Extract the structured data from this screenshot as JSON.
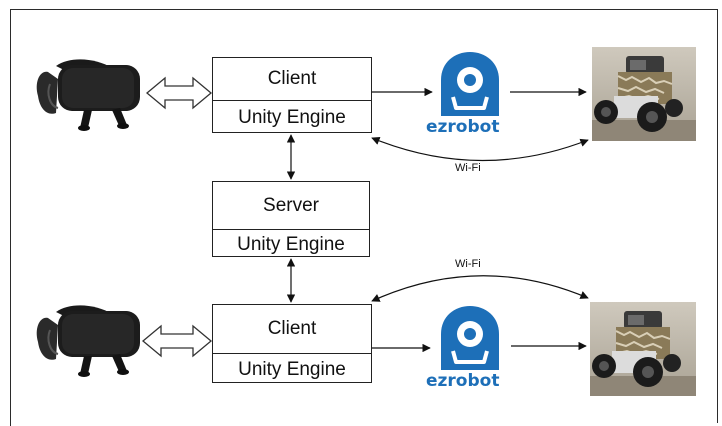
{
  "boxes": {
    "client_top": {
      "title": "Client",
      "engine": "Unity Engine"
    },
    "server": {
      "title": "Server",
      "engine": "Unity Engine"
    },
    "client_bottom": {
      "title": "Client",
      "engine": "Unity Engine"
    }
  },
  "links": {
    "wifi_top": "Wi-Fi",
    "wifi_bottom": "Wi-Fi"
  },
  "brand": {
    "top": "ezrobot",
    "bottom": "ezrobot"
  },
  "colors": {
    "brand_blue": "#1d6fb8",
    "line": "#111111"
  },
  "icons": [
    "vr-headset-icon",
    "double-arrow-icon",
    "ezrobot-logo-icon",
    "robot-photo"
  ]
}
